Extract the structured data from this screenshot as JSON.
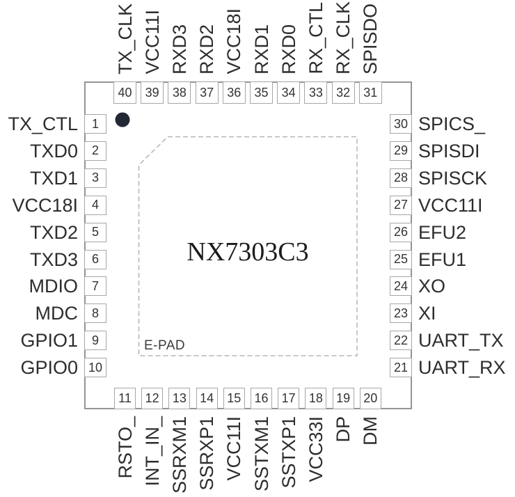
{
  "chip": {
    "name": "NX7303C3",
    "epad_label": "E-PAD"
  },
  "pins": {
    "left_top_to_bottom": [
      {
        "num": "1",
        "label": "TX_CTL"
      },
      {
        "num": "2",
        "label": "TXD0"
      },
      {
        "num": "3",
        "label": "TXD1"
      },
      {
        "num": "4",
        "label": "VCC18I"
      },
      {
        "num": "5",
        "label": "TXD2"
      },
      {
        "num": "6",
        "label": "TXD3"
      },
      {
        "num": "7",
        "label": "MDIO"
      },
      {
        "num": "8",
        "label": "MDC"
      },
      {
        "num": "9",
        "label": "GPIO1"
      },
      {
        "num": "10",
        "label": "GPIO0"
      }
    ],
    "bottom_left_to_right": [
      {
        "num": "11",
        "label": "RSTO_"
      },
      {
        "num": "12",
        "label": "INT_IN_"
      },
      {
        "num": "13",
        "label": "SSRXM1"
      },
      {
        "num": "14",
        "label": "SSRXP1"
      },
      {
        "num": "15",
        "label": "VCC11I"
      },
      {
        "num": "16",
        "label": "SSTXM1"
      },
      {
        "num": "17",
        "label": "SSTXP1"
      },
      {
        "num": "18",
        "label": "VCC33I"
      },
      {
        "num": "19",
        "label": "DP"
      },
      {
        "num": "20",
        "label": "DM"
      }
    ],
    "right_top_to_bottom": [
      {
        "num": "30",
        "label": "SPICS_"
      },
      {
        "num": "29",
        "label": "SPISDI"
      },
      {
        "num": "28",
        "label": "SPISCK"
      },
      {
        "num": "27",
        "label": "VCC11I"
      },
      {
        "num": "26",
        "label": "EFU2"
      },
      {
        "num": "25",
        "label": "EFU1"
      },
      {
        "num": "24",
        "label": "XO"
      },
      {
        "num": "23",
        "label": "XI"
      },
      {
        "num": "22",
        "label": "UART_TX"
      },
      {
        "num": "21",
        "label": "UART_RX"
      }
    ],
    "top_left_to_right": [
      {
        "num": "40",
        "label": "TX_CLK"
      },
      {
        "num": "39",
        "label": "VCC11I"
      },
      {
        "num": "38",
        "label": "RXD3"
      },
      {
        "num": "37",
        "label": "RXD2"
      },
      {
        "num": "36",
        "label": "VCC18I"
      },
      {
        "num": "35",
        "label": "RXD1"
      },
      {
        "num": "34",
        "label": "RXD0"
      },
      {
        "num": "33",
        "label": "RX_CTL"
      },
      {
        "num": "32",
        "label": "RX_CLK"
      },
      {
        "num": "31",
        "label": "SPISDO"
      }
    ]
  },
  "colors": {
    "package_outline": "#949494",
    "pin_box_border": "#a6a6a6",
    "label_text": "#2d2d2d",
    "epad_dash": "#b5b5b5",
    "pin1_dot": "#222835"
  }
}
